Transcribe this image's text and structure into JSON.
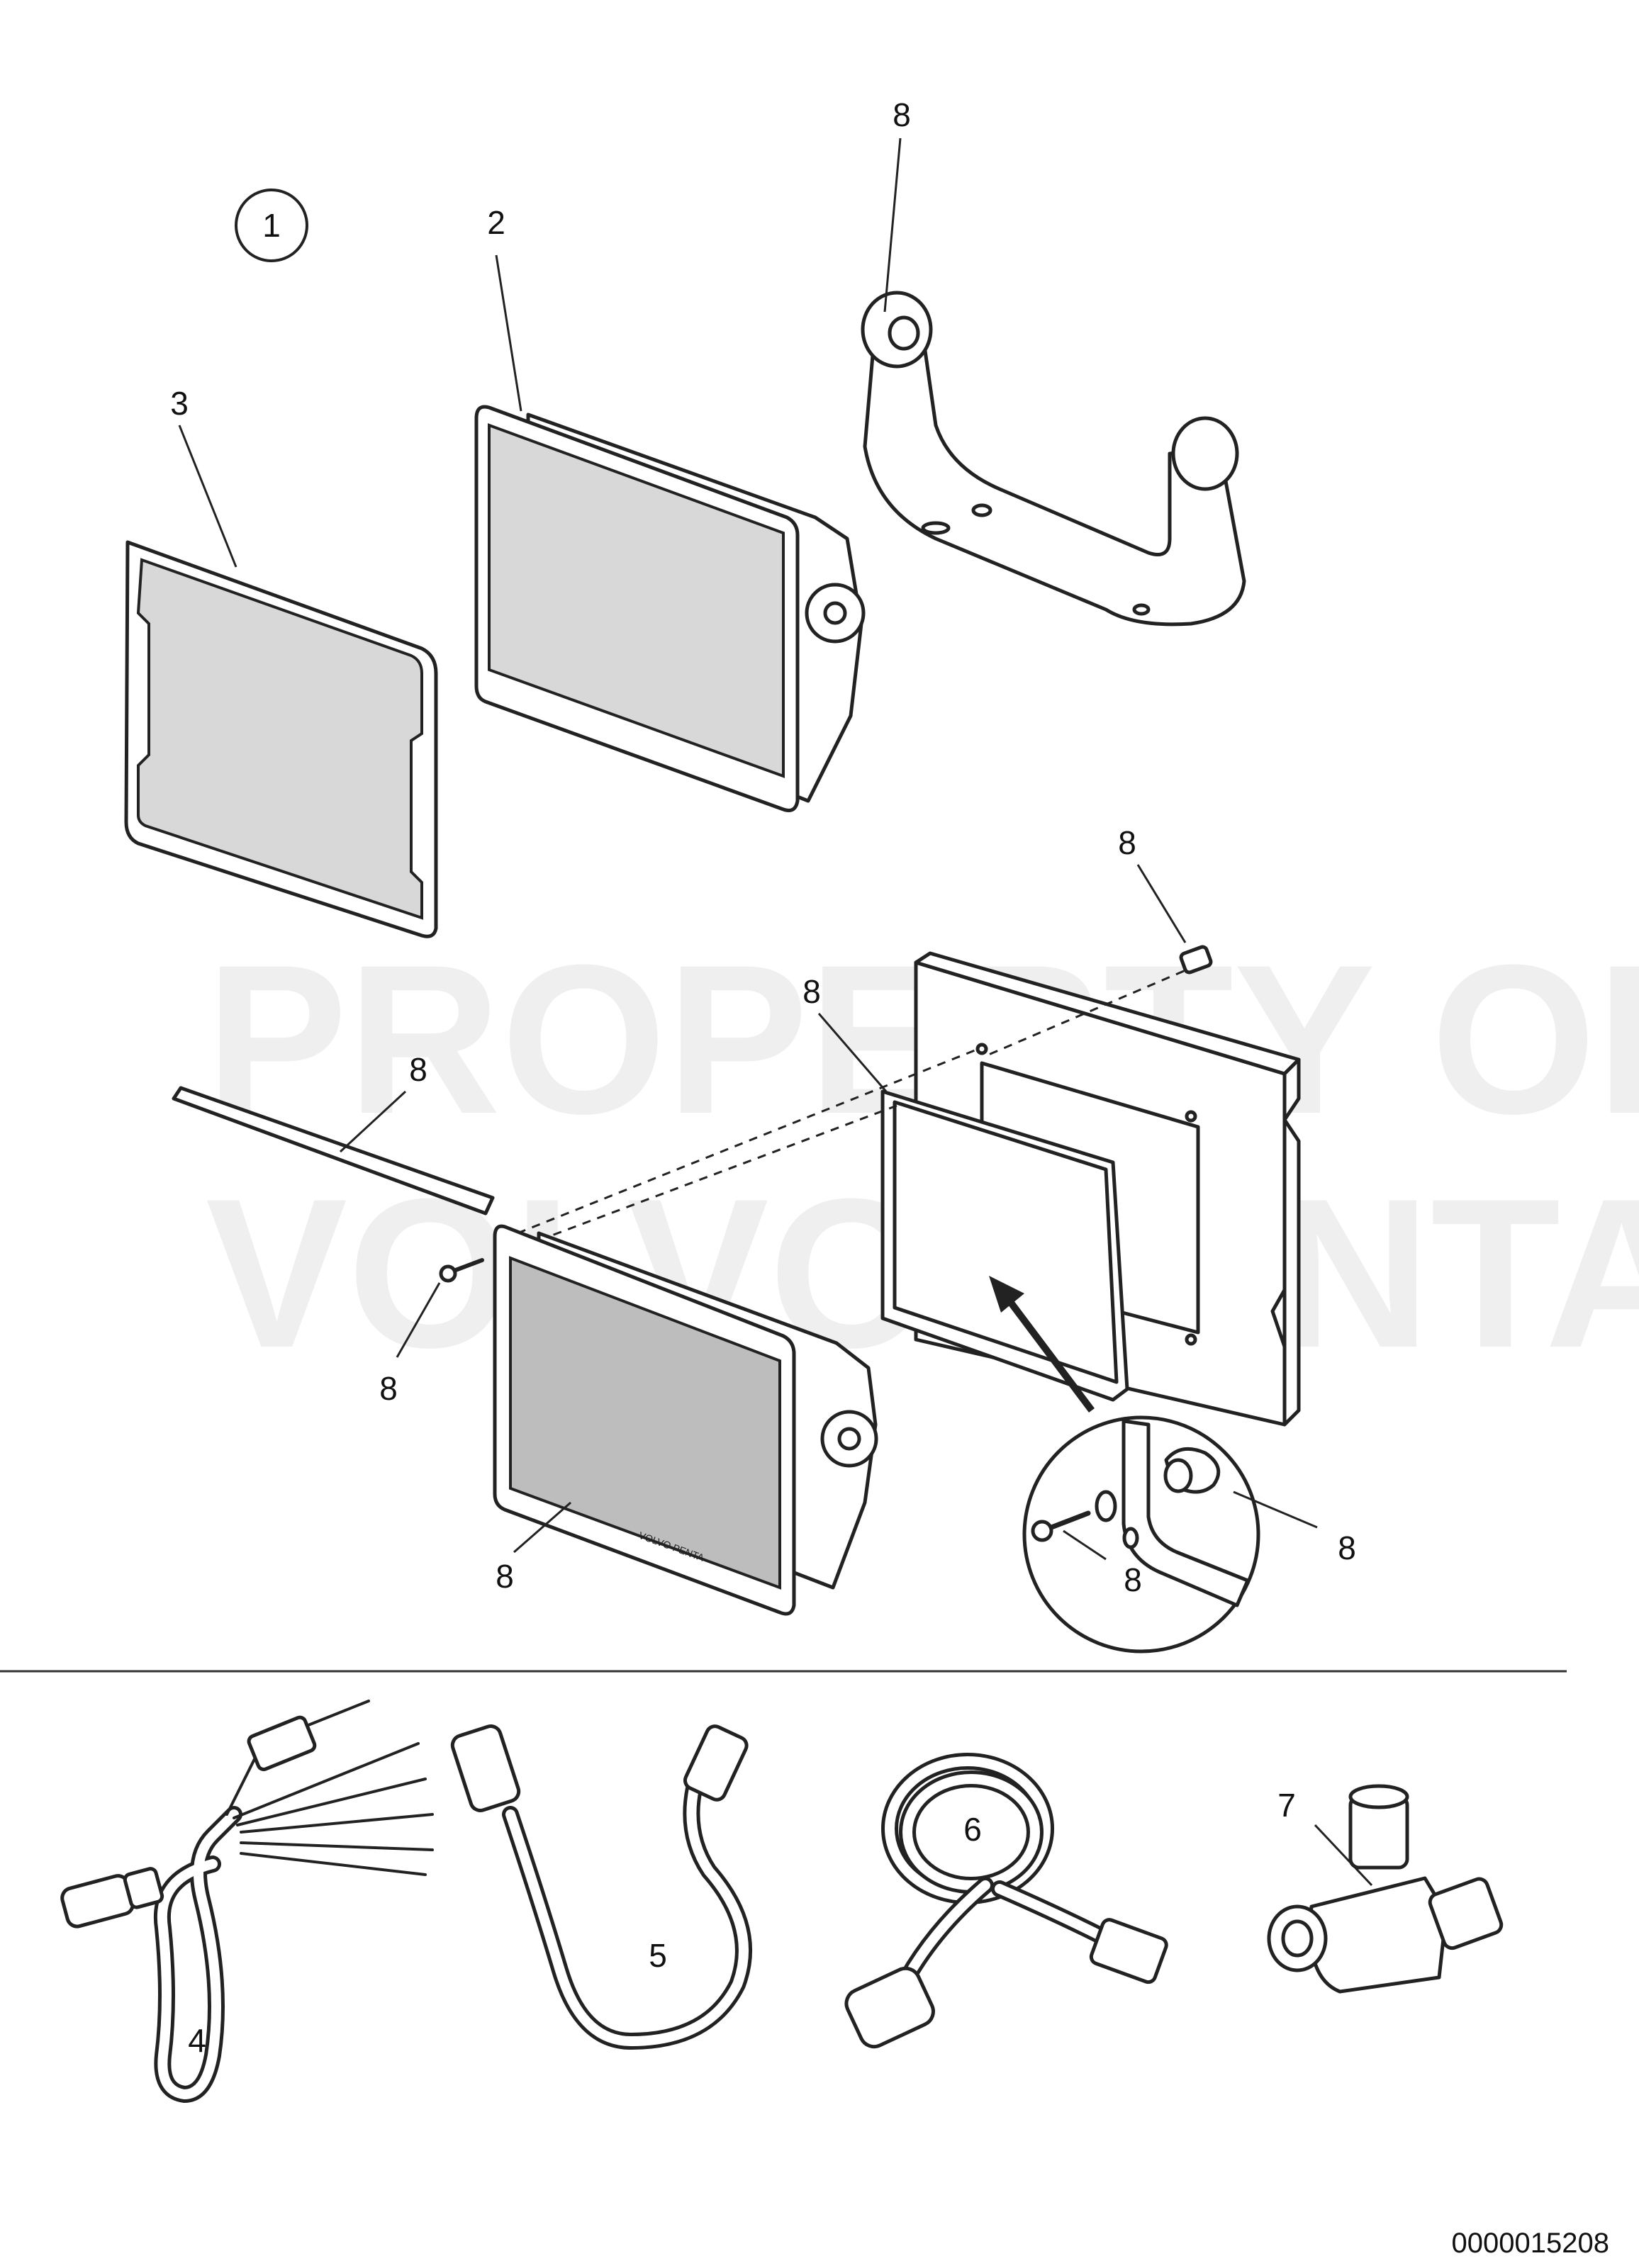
{
  "watermark": {
    "line1": "PROPERTY OF",
    "line2": "VOLVO PENTA"
  },
  "callouts": {
    "item1": "1",
    "item2": "2",
    "item3": "3",
    "item4": "4",
    "item5": "5",
    "item6": "6",
    "item7": "7",
    "item8": "8"
  },
  "display_brand": "VOLVO PENTA",
  "image_id": "0000015208"
}
